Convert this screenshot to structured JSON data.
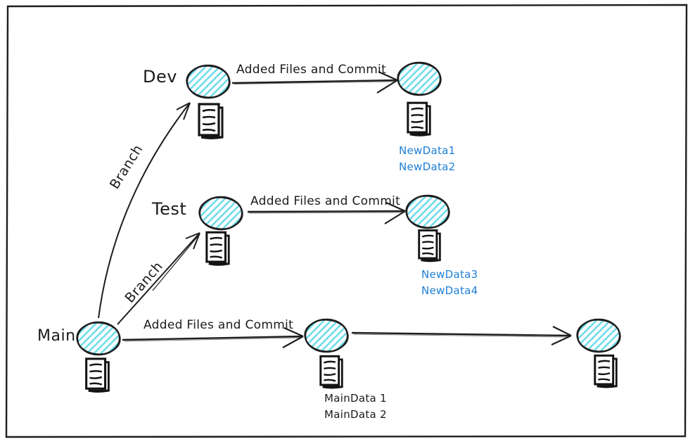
{
  "canvas": {
    "width": "988",
    "height": "631",
    "background": "#ffffff"
  },
  "colors": {
    "node_hachure_fill": "#66d9e8",
    "stroke": "#1e1e1e",
    "annotation_blue": "#1c7ed6",
    "annotation_black": "#1b1b1b"
  },
  "branches": {
    "dev": {
      "label": "Dev"
    },
    "test": {
      "label": "Test"
    },
    "main": {
      "label": "Main"
    }
  },
  "edges": {
    "dev_commit": "Added Files and Commit",
    "test_commit": "Added Files and Commit",
    "main_commit": "Added Files and Commit",
    "branch_to_dev": "Branch",
    "branch_to_test": "Branch"
  },
  "annotations": {
    "dev": [
      "NewData1",
      "NewData2"
    ],
    "test": [
      "NewData3",
      "NewData4"
    ],
    "main": [
      "MainData 1",
      "MainData 2"
    ]
  }
}
